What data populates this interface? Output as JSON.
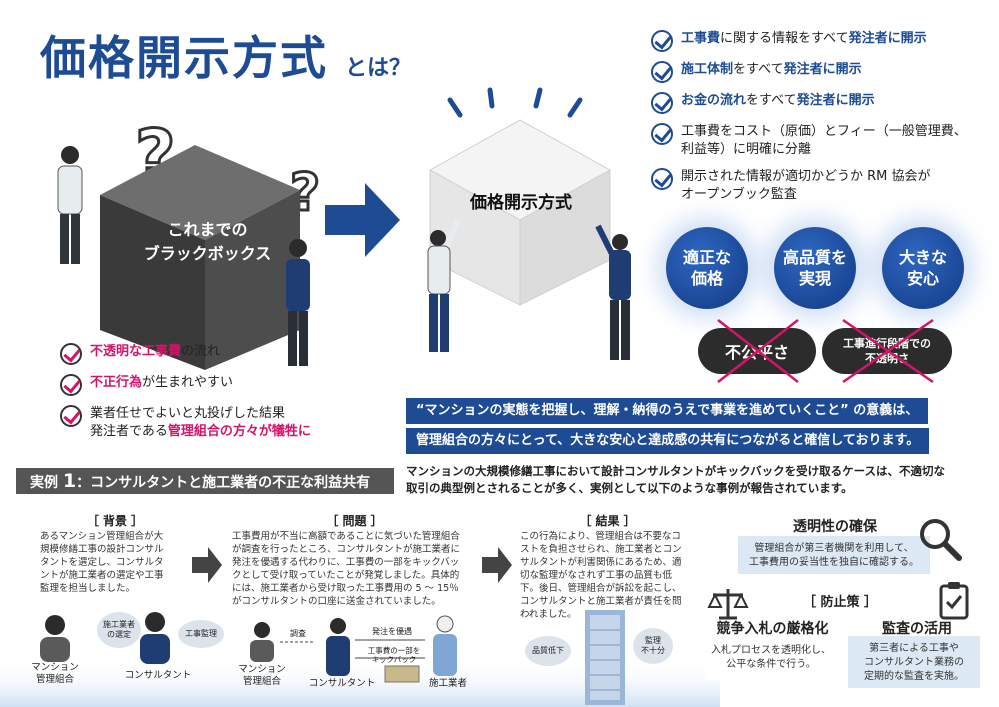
{
  "title": {
    "main": "価格開示方式",
    "suffix": "とは？"
  },
  "right_checks": [
    {
      "hl1": "工事費",
      "t1": "に関する情報をすべて",
      "hl2": "発注者に開示",
      "t2": ""
    },
    {
      "hl1": "施工体制",
      "t1": "をすべて",
      "hl2": "発注者に開示",
      "t2": ""
    },
    {
      "hl1": "お金の流れ",
      "t1": "をすべて",
      "hl2": "発注者に開示",
      "t2": ""
    },
    {
      "hl1": "",
      "t1": "工事費をコスト（原価）とフィー（一般管理費、",
      "hl2": "",
      "t2": "利益等）に明確に分離"
    },
    {
      "hl1": "",
      "t1": "開示された情報が適切かどうか RM 協会が",
      "hl2": "",
      "t2": "オープンブック監査"
    }
  ],
  "cubes": {
    "dark_line1": "これまでの",
    "dark_line2": "ブラックボックス",
    "light": "価格開示方式"
  },
  "circles": [
    {
      "l1": "適正な",
      "l2": "価格"
    },
    {
      "l1": "高品質を",
      "l2": "実現"
    },
    {
      "l1": "大きな",
      "l2": "安心"
    }
  ],
  "pills": [
    {
      "l1": "不公平さ",
      "l2": ""
    },
    {
      "l1": "工事進行段階での",
      "l2": "不透明さ"
    }
  ],
  "left_checks": {
    "c1_hl": "不透明な工事費",
    "c1_t": "の流れ",
    "c2_hl": "不正行為",
    "c2_t": "が生まれやすい",
    "c3_l1": "業者任せでよいと丸投げした結果",
    "c3_t": "発注者である",
    "c3_hl": "管理組合の方々が犠牲に"
  },
  "banners": {
    "b1": "“マンションの実態を把握し、理解・納得のうえで事業を進めていくこと” の意義は、",
    "b2": "管理組合の方々にとって、大きな安心と達成感の共有につながると確信しております。"
  },
  "case": {
    "prefix": "実例",
    "num": "1",
    "title": "：コンサルタントと施工業者の不正な利益共有",
    "desc1": "マンションの大規模修繕工事において設計コンサルタントがキックバックを受け取るケースは、不適切な",
    "desc2": "取引の典型例とされることが多く、実例として以下のような事例が報告されています。"
  },
  "background": {
    "head": "［ 背景 ］",
    "lines": [
      "あるマンション管理組合が大",
      "規模修繕工事の設計コンサル",
      "タントを選定し、コンサルタ",
      "ントが施工業者の選定や工事",
      "監理を担当しました。"
    ],
    "bubble1_l1": "施工業者",
    "bubble1_l2": "の選定",
    "bubble2": "工事監理",
    "label1_l1": "マンション",
    "label1_l2": "管理組合",
    "label2": "コンサルタント"
  },
  "problem": {
    "head": "［ 問題 ］",
    "lines": [
      "工事費用が不当に高額であることに気づいた管理組合",
      "が調査を行ったところ、コンサルタントが施工業者に",
      "発注を優遇する代わりに、工事費の一部をキックバッ",
      "クとして受け取っていたことが発覚しました。具体的",
      "には、施工業者から受け取った工事費用の 5 〜 15％",
      "がコンサルタントの口座に送金されていました。"
    ],
    "survey": "調査",
    "favor": "発注を優遇",
    "kickback_l1": "工事費の一部を",
    "kickback_l2": "キックバック",
    "label1_l1": "マンション",
    "label1_l2": "管理組合",
    "label2": "コンサルタント",
    "label3": "施工業者"
  },
  "result": {
    "head": "［ 結果 ］",
    "lines": [
      "この行為により、管理組合は不要なコ",
      "ストを負担させられ、施工業者とコン",
      "サルタントが利害関係にあるため、適",
      "切な監理がなされず工事の品質も低",
      "下。後日、管理組合が訴訟を起こし、",
      "コンサルタントと施工業者が責任を問",
      "われました。"
    ],
    "bubble1": "品質低下",
    "bubble2_l1": "監理",
    "bubble2_l2": "不十分"
  },
  "prevention": {
    "head": "［ 防止策 ］",
    "transparency_title": "透明性の確保",
    "transparency_l1": "管理組合が第三者機関を利用して、",
    "transparency_l2": "工事費用の妥当性を独自に確認する。",
    "bidding_title": "競争入札の厳格化",
    "bidding_l1": "入札プロセスを透明化し、",
    "bidding_l2": "公平な条件で行う。",
    "audit_title": "監査の活用",
    "audit_l1": "第三者による工事や",
    "audit_l2": "コンサルタント業務の",
    "audit_l3": "定期的な監査を実施。"
  },
  "colors": {
    "navy": "#1d4b94",
    "pink": "#d6136a",
    "dark": "#2c2c2c",
    "lightblue": "#dce8f3"
  }
}
